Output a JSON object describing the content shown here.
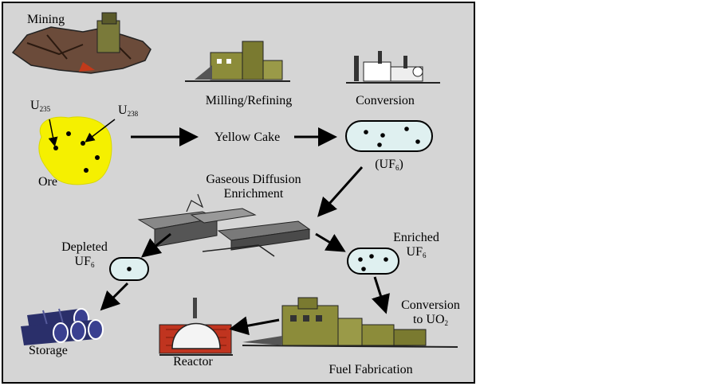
{
  "labels": {
    "mining": "Mining",
    "milling": "Milling/Refining",
    "conversion": "Conversion",
    "u235_base": "U",
    "u235_sub": "235",
    "u238_base": "U",
    "u238_sub": "238",
    "ore": "Ore",
    "yellow_cake": "Yellow Cake",
    "uf6_open": "(UF",
    "uf6_sub": "6",
    "uf6_close": ")",
    "gaseous_line1": "Gaseous Diffusion",
    "gaseous_line2": "Enrichment",
    "depleted_line1": "Depleted",
    "depleted_base": "UF",
    "depleted_sub": "6",
    "enriched_line1": "Enriched",
    "enriched_base": "UF",
    "enriched_sub": "6",
    "conv_uo2_line1": "Conversion",
    "conv_uo2_base": "to UO",
    "conv_uo2_sub": "2",
    "storage": "Storage",
    "reactor": "Reactor",
    "fuel_fabrication": "Fuel Fabrication"
  },
  "colors": {
    "panel_bg": "#d5d5d5",
    "ore_yellow": "#f5f000",
    "capsule_fill": "#dff0f0",
    "building_olive": "#8c8c3a",
    "storage_navy": "#2a2f6a",
    "reactor_red": "#c0341f"
  },
  "icons": [
    "mine-icon",
    "mill-icon",
    "conversion-plant-icon",
    "diffusion-plant-icon",
    "storage-cylinders-icon",
    "reactor-icon",
    "fuel-fabrication-plant-icon"
  ]
}
